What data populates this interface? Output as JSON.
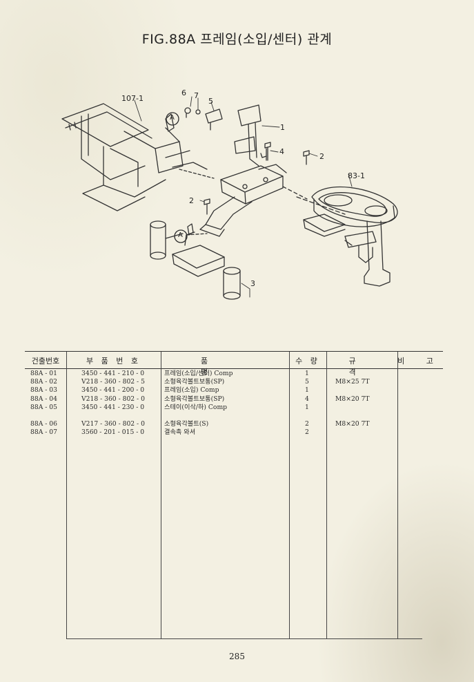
{
  "title": "FIG.88A 프레임(소입/센터) 관계",
  "callouts": {
    "c107_1": "107-1",
    "c6": "6",
    "c7": "7",
    "c5": "5",
    "c1": "1",
    "c4": "4",
    "c2a": "2",
    "c83_1": "83-1",
    "c2b": "2",
    "c3": "3",
    "cA1": "A",
    "cA2": "A"
  },
  "table": {
    "headers": {
      "no": "건출번호",
      "part": "부 품 번 호",
      "name": "품 명",
      "qty": "수 량",
      "spec": "규 격",
      "note": "비 고"
    },
    "rows": [
      {
        "no": "88A - 01",
        "part": "3450 - 441 - 210 - 0",
        "name": "프레임(소입/센터) Comp",
        "qty": "1",
        "spec": ""
      },
      {
        "no": "88A - 02",
        "part": "V218 - 360 - 802 - 5",
        "name": "소형육각볼트보통(SP)",
        "qty": "5",
        "spec": "M8×25 7T"
      },
      {
        "no": "88A - 03",
        "part": "3450 - 441 - 200 - 0",
        "name": "프레임(소입) Comp",
        "qty": "1",
        "spec": ""
      },
      {
        "no": "88A - 04",
        "part": "V218 - 360 - 802 - 0",
        "name": "소형육각볼트보통(SP)",
        "qty": "4",
        "spec": "M8×20 7T"
      },
      {
        "no": "88A - 05",
        "part": "3450 - 441 - 230 - 0",
        "name": "스테이(이삭/하) Comp",
        "qty": "1",
        "spec": ""
      },
      {
        "no": "88A - 06",
        "part": "V217 - 360 - 802 - 0",
        "name": "소형육각볼트(S)",
        "qty": "2",
        "spec": "M8×20 7T"
      },
      {
        "no": "88A - 07",
        "part": "3560 - 201 - 015 - 0",
        "name": "결속촉 와셔",
        "qty": "2",
        "spec": ""
      }
    ]
  },
  "page_number": "285"
}
